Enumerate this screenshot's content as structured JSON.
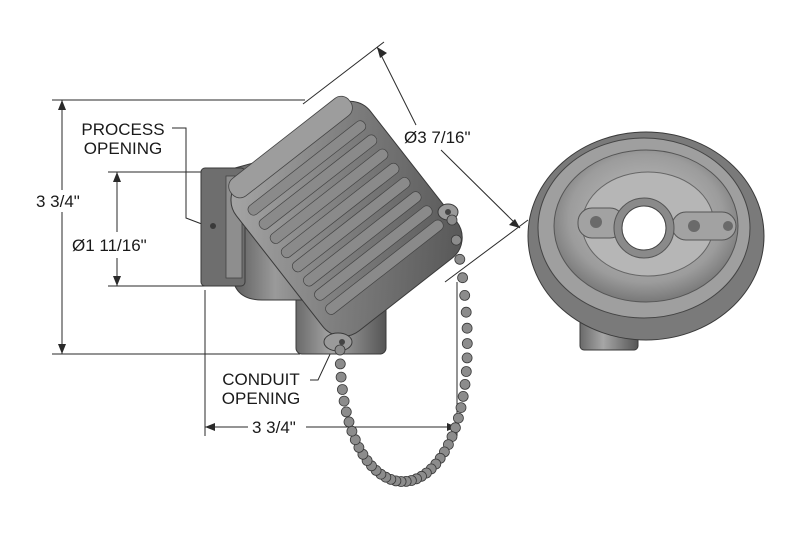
{
  "labels": {
    "process_opening": [
      "PROCESS",
      "OPENING"
    ],
    "conduit_opening": [
      "CONDUIT",
      "OPENING"
    ]
  },
  "dimensions": {
    "overall_height": "3 3/4\"",
    "process_diameter": "Ø1 11/16\"",
    "cover_diameter": "Ø3 7/16\"",
    "overall_width": "3 3/4\""
  },
  "colors": {
    "body_dark": "#5e5e5e",
    "body_mid": "#8a8a8a",
    "body_light": "#b9b9b9",
    "line": "#2a2a2a",
    "text": "#1a1a1a"
  }
}
